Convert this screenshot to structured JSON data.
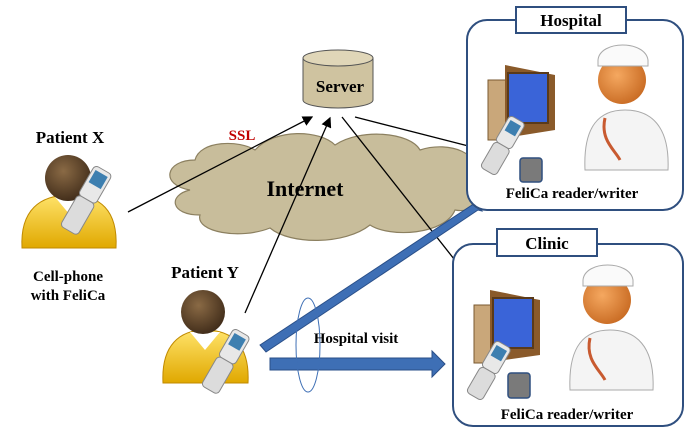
{
  "labels": {
    "server": "Server",
    "internet": "Internet",
    "ssl": "SSL",
    "patient_x": "Patient X",
    "patient_y": "Patient Y",
    "cellphone_line1": "Cell-phone",
    "cellphone_line2": "with FeliCa",
    "hospital_visit": "Hospital visit",
    "hospital": "Hospital",
    "clinic": "Clinic",
    "hospital_reader": "FeliCa reader/writer",
    "clinic_reader": "FeliCa reader/writer"
  },
  "colors": {
    "ssl": "#c00000",
    "box_border": "#2f4f7f",
    "arrow_blue": "#3e6fb5",
    "cloud": "#c8bd9b",
    "server": "#cfc3a0"
  }
}
